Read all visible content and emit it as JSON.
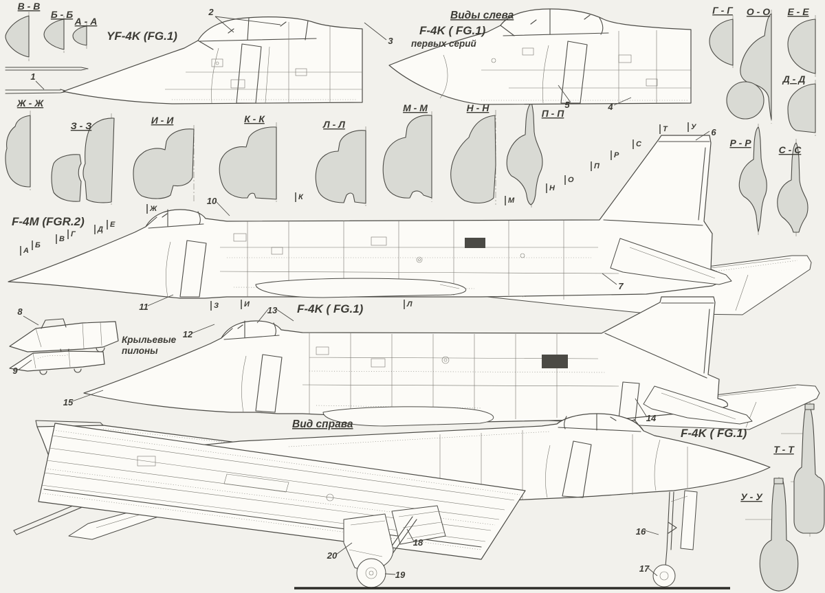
{
  "palette": {
    "background": "#f2f1ec",
    "line": "#4b4a45",
    "section_fill": "#d9dad4",
    "text": "#3c3b35"
  },
  "titles": {
    "views_left": "Виды слева",
    "view_right": "Вид справа"
  },
  "aircraft_labels": {
    "yf4k": "YF-4K (FG.1)",
    "f4k_early": "F-4K ( FG.1)",
    "f4k_early_sub": "первых серий",
    "f4m": "F-4M (FGR.2)",
    "f4k_mid": "F-4K ( FG.1)",
    "f4k_right": "F-4K ( FG.1)"
  },
  "wing_pylons_label": {
    "line1": "Крыльевые",
    "line2": "пилоны"
  },
  "cross_sections": [
    {
      "label": "В - В"
    },
    {
      "label": "Б - Б"
    },
    {
      "label": "А - А"
    },
    {
      "label": "Г - Г"
    },
    {
      "label": "О - О"
    },
    {
      "label": "Е - Е"
    },
    {
      "label": "Д - Д"
    },
    {
      "label": "Ж - Ж"
    },
    {
      "label": "З - З"
    },
    {
      "label": "И - И"
    },
    {
      "label": "К - К"
    },
    {
      "label": "Л - Л"
    },
    {
      "label": "М - М"
    },
    {
      "label": "Н - Н"
    },
    {
      "label": "П - П"
    },
    {
      "label": "Р - Р"
    },
    {
      "label": "С - С"
    },
    {
      "label": "Т - Т"
    },
    {
      "label": "У - У"
    }
  ],
  "station_markers": [
    {
      "letter": "А"
    },
    {
      "letter": "Б"
    },
    {
      "letter": "В"
    },
    {
      "letter": "Г"
    },
    {
      "letter": "Д"
    },
    {
      "letter": "Е"
    },
    {
      "letter": "Ж"
    },
    {
      "letter": "З"
    },
    {
      "letter": "И"
    },
    {
      "letter": "К"
    },
    {
      "letter": "Л"
    },
    {
      "letter": "М"
    },
    {
      "letter": "Н"
    },
    {
      "letter": "О"
    },
    {
      "letter": "П"
    },
    {
      "letter": "Р"
    },
    {
      "letter": "С"
    },
    {
      "letter": "Т"
    },
    {
      "letter": "У"
    }
  ],
  "callouts": [
    {
      "n": "1"
    },
    {
      "n": "2"
    },
    {
      "n": "3"
    },
    {
      "n": "4"
    },
    {
      "n": "5"
    },
    {
      "n": "6"
    },
    {
      "n": "7"
    },
    {
      "n": "8"
    },
    {
      "n": "9"
    },
    {
      "n": "10"
    },
    {
      "n": "11"
    },
    {
      "n": "12"
    },
    {
      "n": "13"
    },
    {
      "n": "14"
    },
    {
      "n": "15"
    },
    {
      "n": "16"
    },
    {
      "n": "17"
    },
    {
      "n": "18"
    },
    {
      "n": "19"
    },
    {
      "n": "20"
    }
  ]
}
